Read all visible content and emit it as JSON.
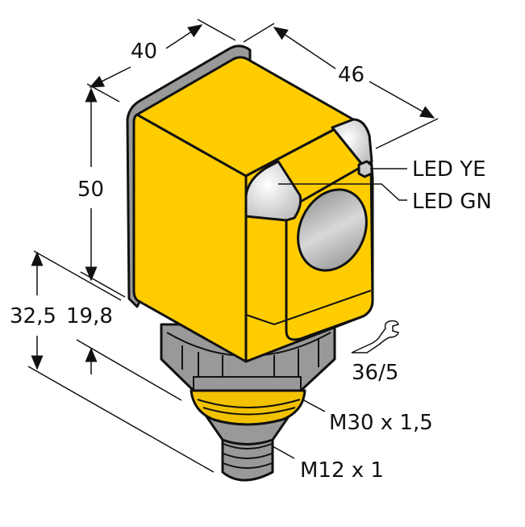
{
  "drawing": {
    "subject": "sensor-dimension-drawing",
    "colors": {
      "housing": "#FFCC00",
      "metal": "#999999",
      "lens": "#B8B8B8",
      "outline": "#111111",
      "background": "#FFFFFF"
    },
    "dimensions": {
      "width": "40",
      "depth": "46",
      "height": "50",
      "total_lower": "32,5",
      "thread_len": "19,8"
    },
    "labels": {
      "led_ye": "LED YE",
      "led_gn": "LED GN",
      "wrench": "36/5",
      "thread_main": "M30 x 1,5",
      "thread_connector": "M12 x 1"
    },
    "icons": {
      "wrench": "wrench-icon"
    }
  }
}
